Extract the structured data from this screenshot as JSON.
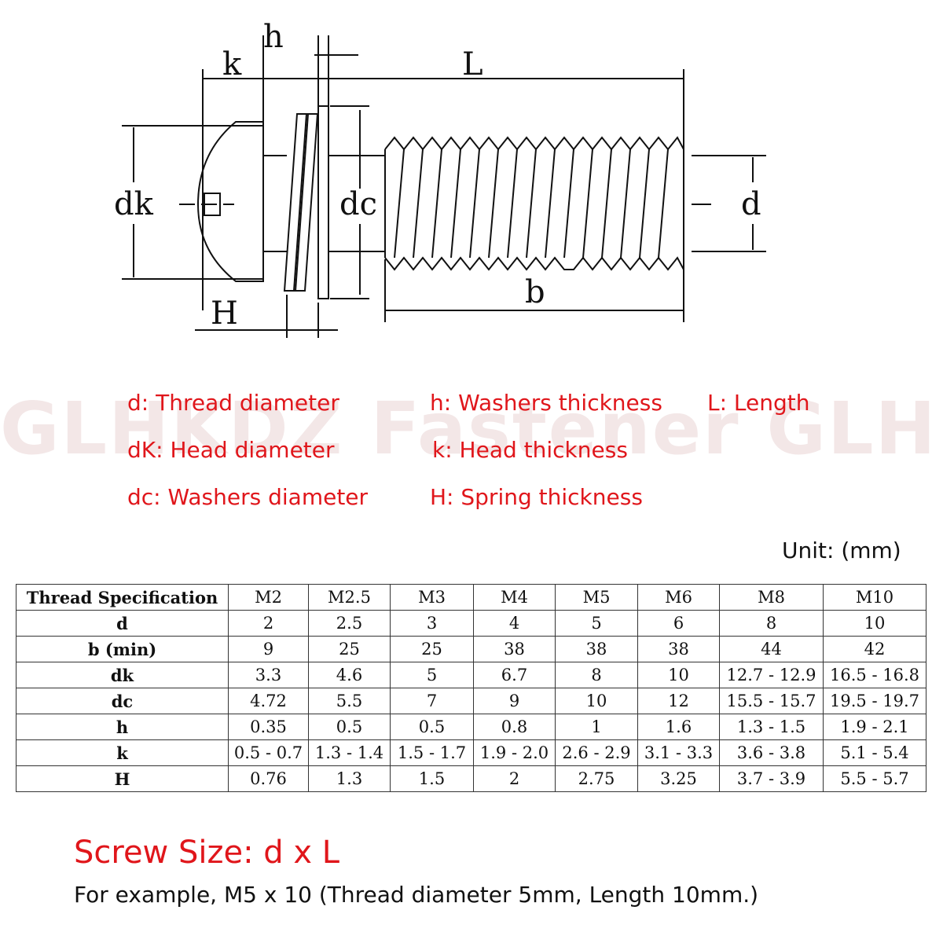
{
  "diagram": {
    "labels": {
      "h": "h",
      "k": "k",
      "L": "L",
      "dk": "dk",
      "dc": "dc",
      "d": "d",
      "b": "b",
      "H": "H"
    }
  },
  "watermark": "GLHKDZ Fastener GLHKDZ",
  "legend": [
    "d: Thread diameter",
    "h: Washers thickness",
    "L: Length",
    "dK: Head diameter",
    "k: Head thickness",
    "dc: Washers diameter",
    "H: Spring thickness"
  ],
  "unit": "Unit: (mm)",
  "table": {
    "header": [
      "Thread Specification",
      "M2",
      "M2.5",
      "M3",
      "M4",
      "M5",
      "M6",
      "M8",
      "M10"
    ],
    "rows": [
      [
        "d",
        "2",
        "2.5",
        "3",
        "4",
        "5",
        "6",
        "8",
        "10"
      ],
      [
        "b (min)",
        "9",
        "25",
        "25",
        "38",
        "38",
        "38",
        "44",
        "42"
      ],
      [
        "dk",
        "3.3",
        "4.6",
        "5",
        "6.7",
        "8",
        "10",
        "12.7 - 12.9",
        "16.5 - 16.8"
      ],
      [
        "dc",
        "4.72",
        "5.5",
        "7",
        "9",
        "10",
        "12",
        "15.5 - 15.7",
        "19.5 - 19.7"
      ],
      [
        "h",
        "0.35",
        "0.5",
        "0.5",
        "0.8",
        "1",
        "1.6",
        "1.3 - 1.5",
        "1.9 - 2.1"
      ],
      [
        "k",
        "0.5 - 0.7",
        "1.3 - 1.4",
        "1.5 - 1.7",
        "1.9 - 2.0",
        "2.6 - 2.9",
        "3.1 - 3.3",
        "3.6 - 3.8",
        "5.1 - 5.4"
      ],
      [
        "H",
        "0.76",
        "1.3",
        "1.5",
        "2",
        "2.75",
        "3.25",
        "3.7 - 3.9",
        "5.5 - 5.7"
      ]
    ]
  },
  "screw_size": "Screw Size: d x L",
  "example": "For example, M5 x 10 (Thread diameter 5mm, Length 10mm.)"
}
